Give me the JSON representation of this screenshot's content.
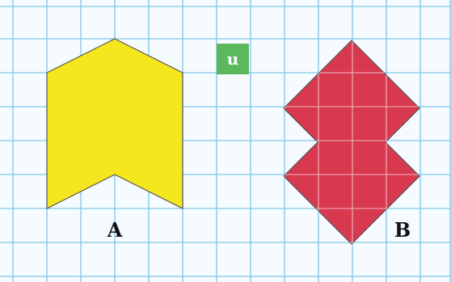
{
  "figure": {
    "unit_label": "u",
    "shapes": [
      {
        "id": "A",
        "label": "A",
        "fill": "#f5e71e"
      },
      {
        "id": "B",
        "label": "B",
        "fill": "#d8394f"
      }
    ]
  },
  "colors": {
    "grid_line": "#7fc6e6",
    "grid_background": "#f6fbff",
    "unit_square": "#5cb85c",
    "outline": "#555555"
  }
}
